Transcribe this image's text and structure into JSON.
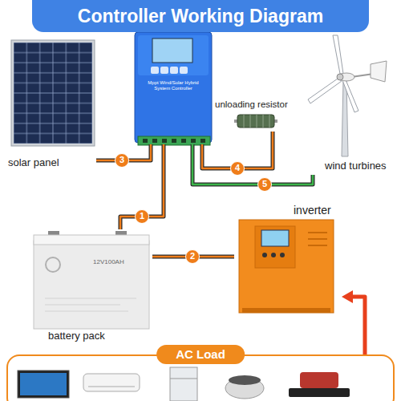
{
  "diagram": {
    "title": "Controller Working Diagram",
    "nodes": [
      {
        "text": [
          "solar panel"
        ]
      },
      {
        "text": [
          "Mppt Wind/Solar Hybrid System Controller"
        ]
      },
      {
        "text": [
          "unloading resistor"
        ]
      },
      {
        "text": [
          "wind turbines"
        ]
      },
      {
        "text": [
          "12V100AH",
          "battery pack"
        ]
      },
      {
        "text": [
          "inverter"
        ]
      },
      {
        "text": [
          "AC Load"
        ]
      }
    ],
    "edges": [
      {
        "from": 4,
        "to": 1,
        "label": "1",
        "arrow": "none"
      },
      {
        "from": 4,
        "to": 5,
        "label": "2",
        "arrow": "none"
      },
      {
        "from": 0,
        "to": 1,
        "label": "3",
        "arrow": "none"
      },
      {
        "from": 2,
        "to": 1,
        "label": "4",
        "arrow": "none"
      },
      {
        "from": 3,
        "to": 1,
        "label": "5",
        "arrow": "none"
      },
      {
        "from": 6,
        "to": 5,
        "arrow": "to"
      }
    ]
  }
}
